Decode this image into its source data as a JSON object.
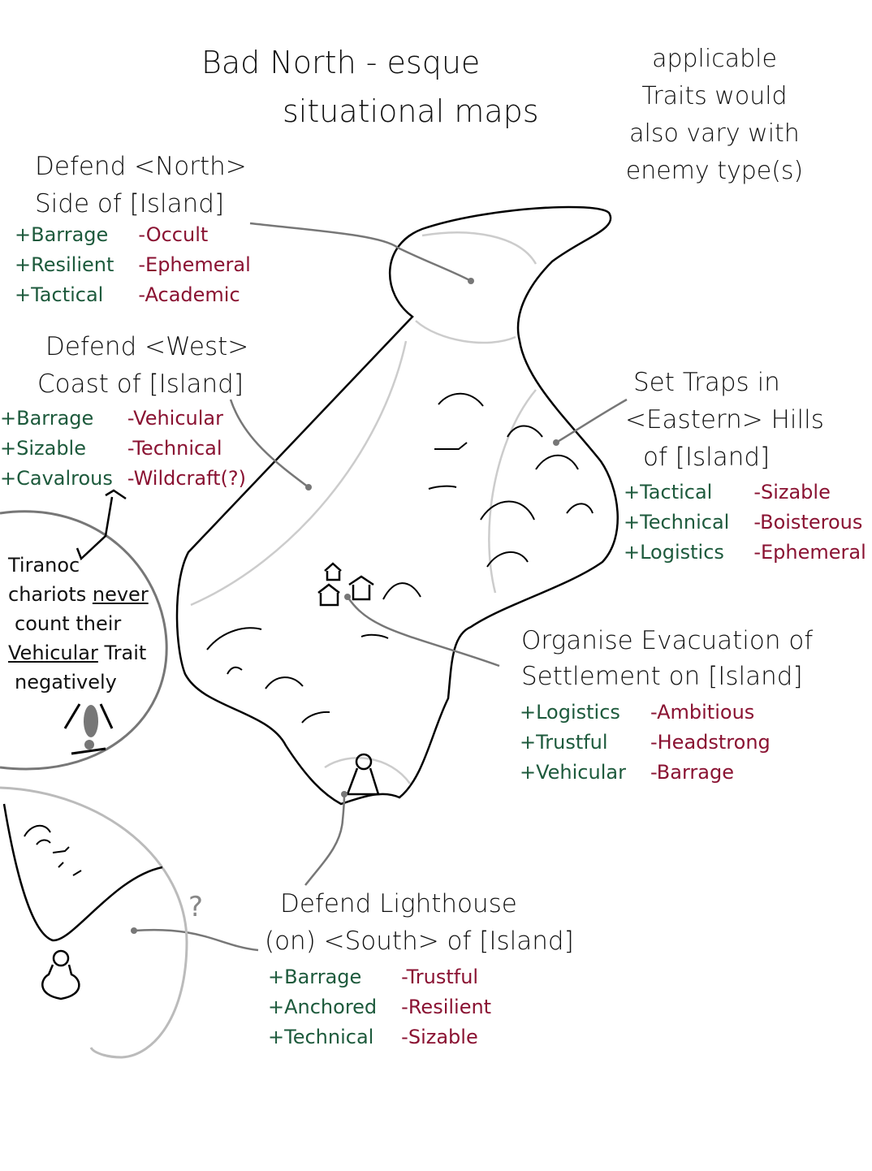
{
  "title": {
    "line1": "Bad North - esque",
    "line2": "situational maps"
  },
  "note": {
    "lines": [
      "applicable",
      "Traits would",
      "also vary with",
      "enemy type(s)"
    ]
  },
  "colors": {
    "positive": "#1d5a3c",
    "negative": "#8a1232",
    "connector": "#777777"
  },
  "missions": [
    {
      "lines": [
        "Defend <North>",
        "Side of [Island]"
      ],
      "positive": [
        "+Barrage",
        "+Resilient",
        "+Tactical"
      ],
      "negative": [
        "-Occult",
        "-Ephemeral",
        "-Academic"
      ]
    },
    {
      "lines": [
        "Defend <West>",
        "Coast of [Island]"
      ],
      "positive": [
        "+Barrage",
        "+Sizable",
        "+Cavalrous"
      ],
      "negative": [
        "-Vehicular",
        "-Technical",
        "-Wildcraft(?)"
      ]
    },
    {
      "lines": [
        "Set Traps in",
        "<Eastern> Hills",
        "of [Island]"
      ],
      "positive": [
        "+Tactical",
        "+Technical",
        "+Logistics"
      ],
      "negative": [
        "-Sizable",
        "-Boisterous",
        "-Ephemeral"
      ]
    },
    {
      "lines": [
        "Organise Evacuation of",
        "Settlement on [Island]"
      ],
      "positive": [
        "+Logistics",
        "+Trustful",
        "+Vehicular"
      ],
      "negative": [
        "-Ambitious",
        "-Headstrong",
        "-Barrage"
      ]
    },
    {
      "lines": [
        "Defend Lighthouse",
        "(on) <South> of [Island]"
      ],
      "positive": [
        "+Barrage",
        "+Anchored",
        "+Technical"
      ],
      "negative": [
        "-Trustful",
        "-Resilient",
        "-Sizable"
      ]
    }
  ],
  "callout": {
    "line1": "Tiranoc",
    "line2a": "chariots ",
    "line2b": "never",
    "line3": "count their",
    "line4a": "Vehicular",
    "line4b": " Trait",
    "line5": "negatively"
  },
  "question_mark": "?"
}
